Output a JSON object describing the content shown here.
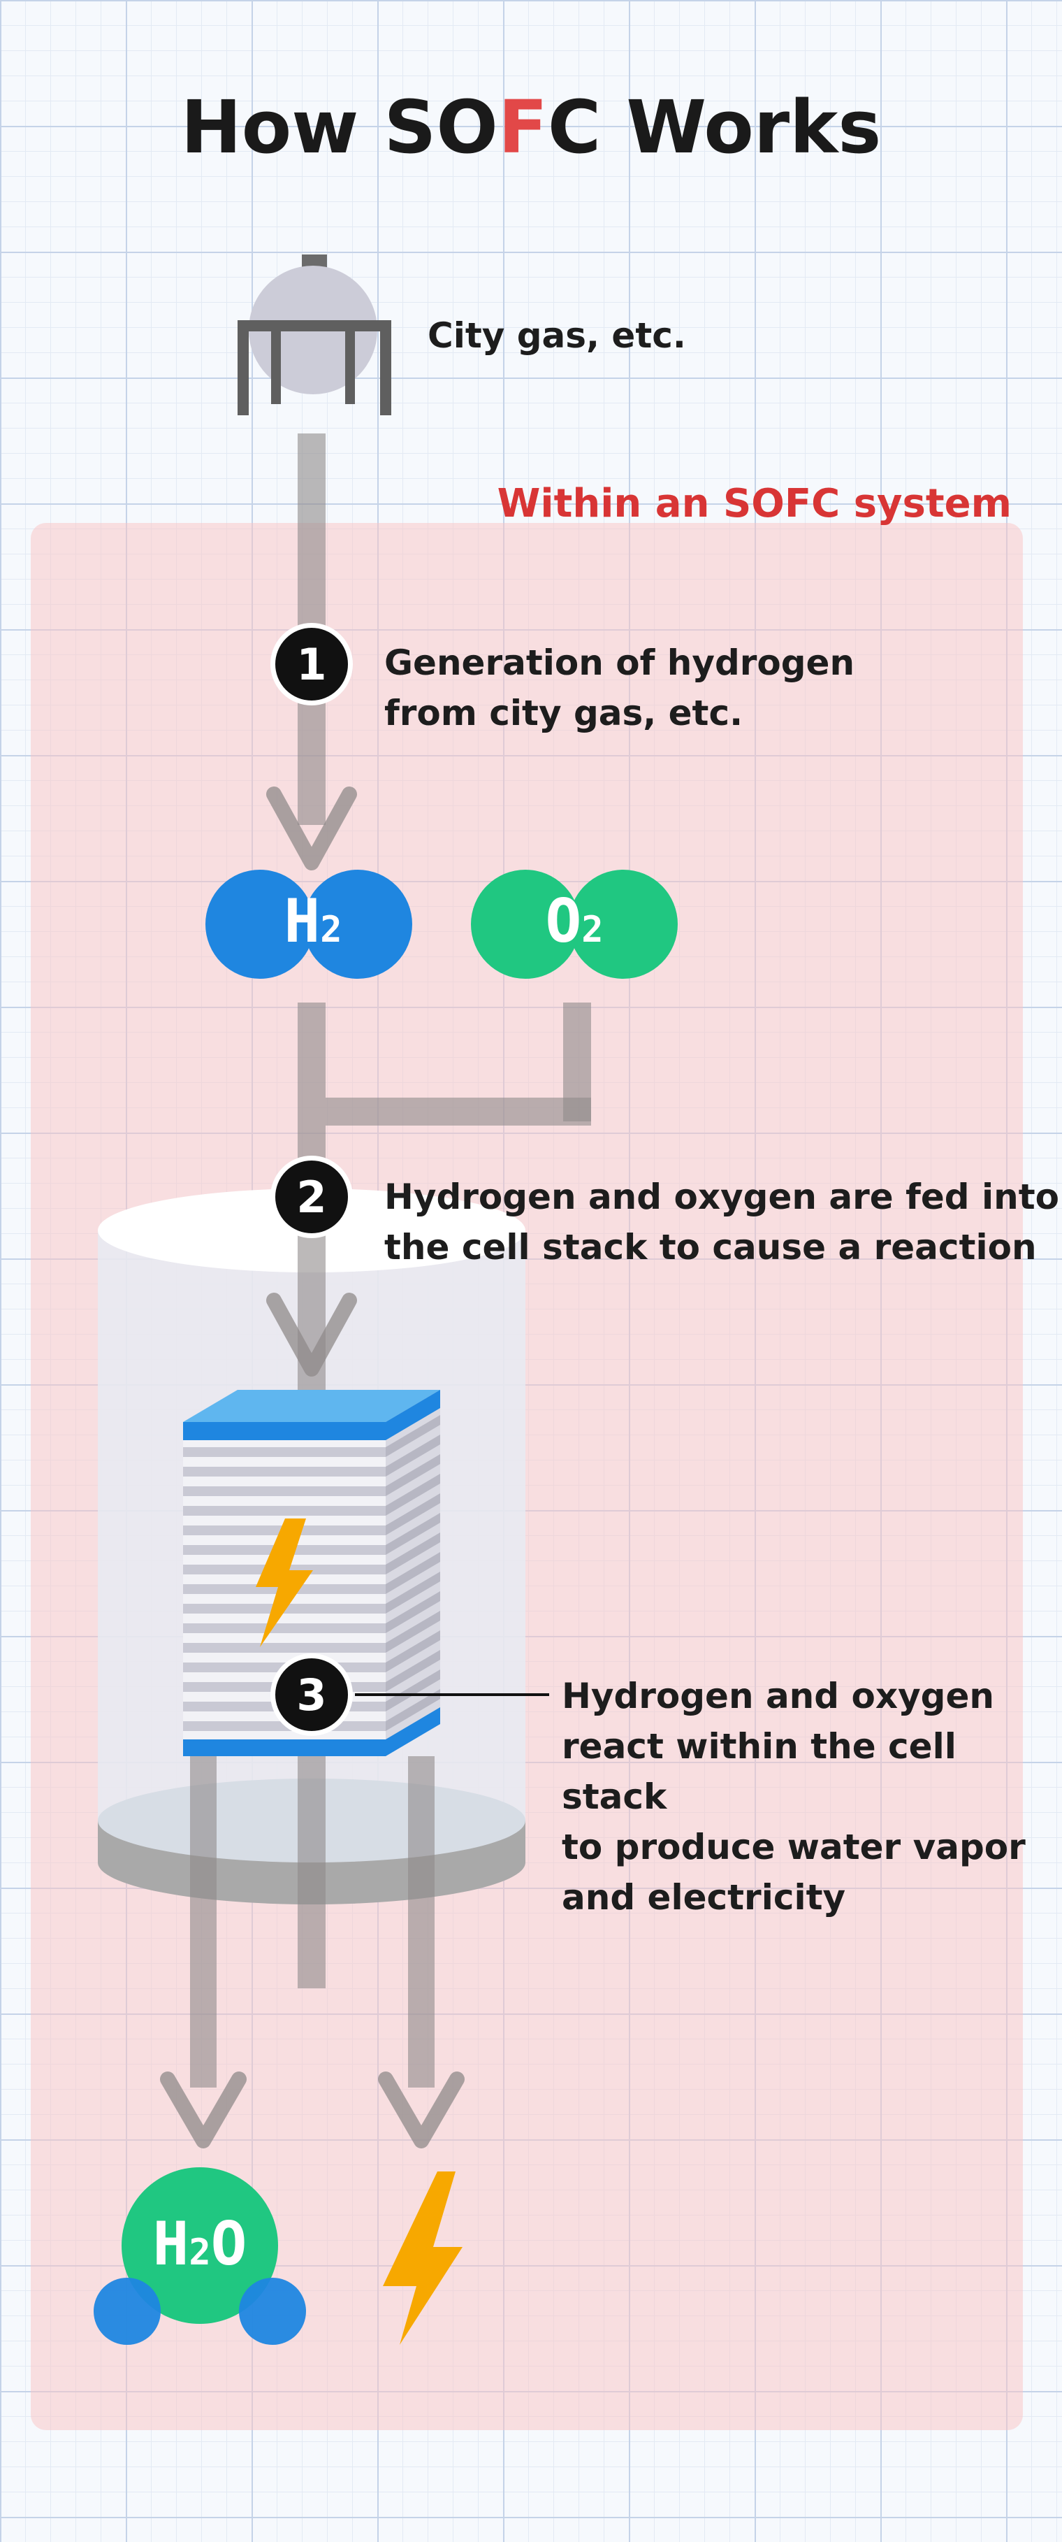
{
  "title": {
    "prefix": "How SO",
    "highlight": "F",
    "suffix": "C Works"
  },
  "source": {
    "label": "City gas, etc."
  },
  "system": {
    "label": "Within an SOFC system"
  },
  "steps": [
    {
      "number": "1",
      "line1": "Generation of hydrogen",
      "line2": "from city gas, etc."
    },
    {
      "number": "2",
      "line1": "Hydrogen and oxygen are fed into",
      "line2": "the cell stack to cause a reaction"
    },
    {
      "number": "3",
      "line1": "Hydrogen and oxygen",
      "line2": "react within the cell stack",
      "line3": "to produce water vapor",
      "line4": "and electricity"
    }
  ],
  "molecules": {
    "hydrogen": {
      "symbol": "H",
      "subscript": "2"
    },
    "oxygen": {
      "symbol": "O",
      "subscript": "2"
    },
    "water": {
      "symbol_a": "H",
      "subscript": "2",
      "symbol_b": "O"
    }
  },
  "colors": {
    "hydrogen": "#1f86e0",
    "oxygen": "#20c781",
    "electricity": "#f7a800",
    "highlight": "#e24848",
    "system_zone": "#fac3c3"
  }
}
